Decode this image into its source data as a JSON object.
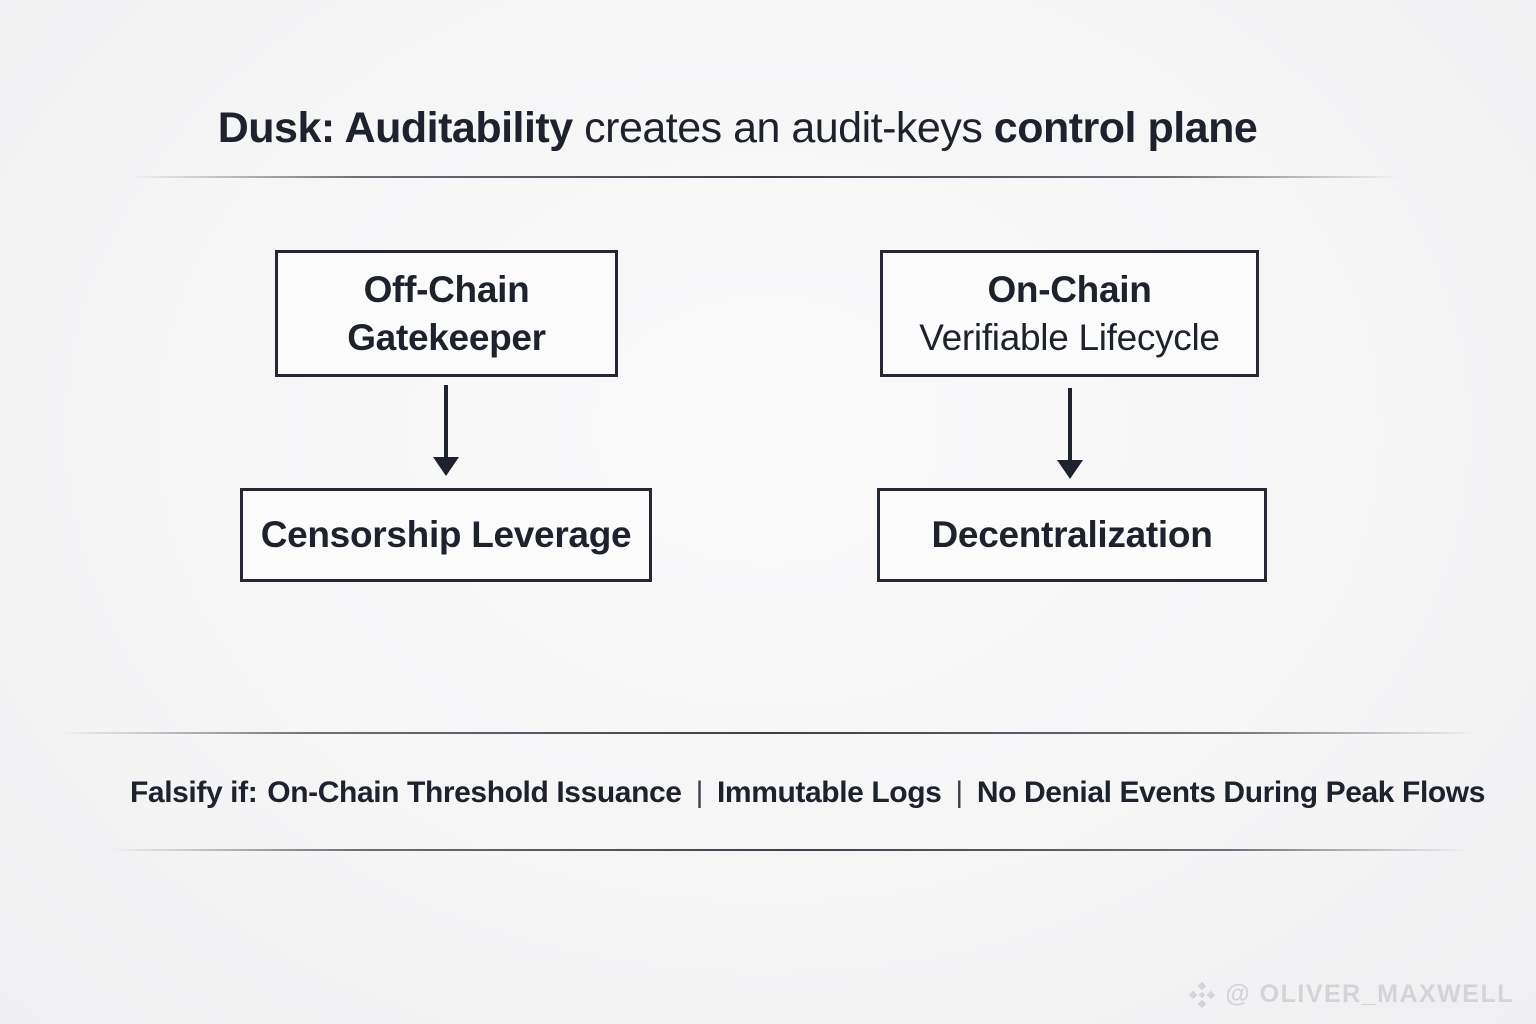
{
  "title": {
    "lead_bold": "Dusk: Auditability",
    "middle": " creates an audit-keys ",
    "tail_bold": "control plane"
  },
  "diagram": {
    "left": {
      "source_line1": "Off-Chain",
      "source_line2": "Gatekeeper",
      "result": "Censorship Leverage"
    },
    "right": {
      "source_line1": "On-Chain",
      "source_line2": "Verifiable Lifecycle",
      "result": "Decentralization"
    }
  },
  "falsify": {
    "prefix": "Falsify if:",
    "separator": "|",
    "items": [
      "On-Chain Threshold Issuance",
      "Immutable Logs",
      "No Denial Events During Peak Flows"
    ]
  },
  "watermark": {
    "handle": "@ OLIVER_MAXWELL",
    "icon": "diamond-logo-icon"
  },
  "colors": {
    "ink": "#1d222c",
    "box-bg": "#fbfbfc",
    "page-bg": "#f5f5f6",
    "watermark": "#d3d4d9"
  }
}
